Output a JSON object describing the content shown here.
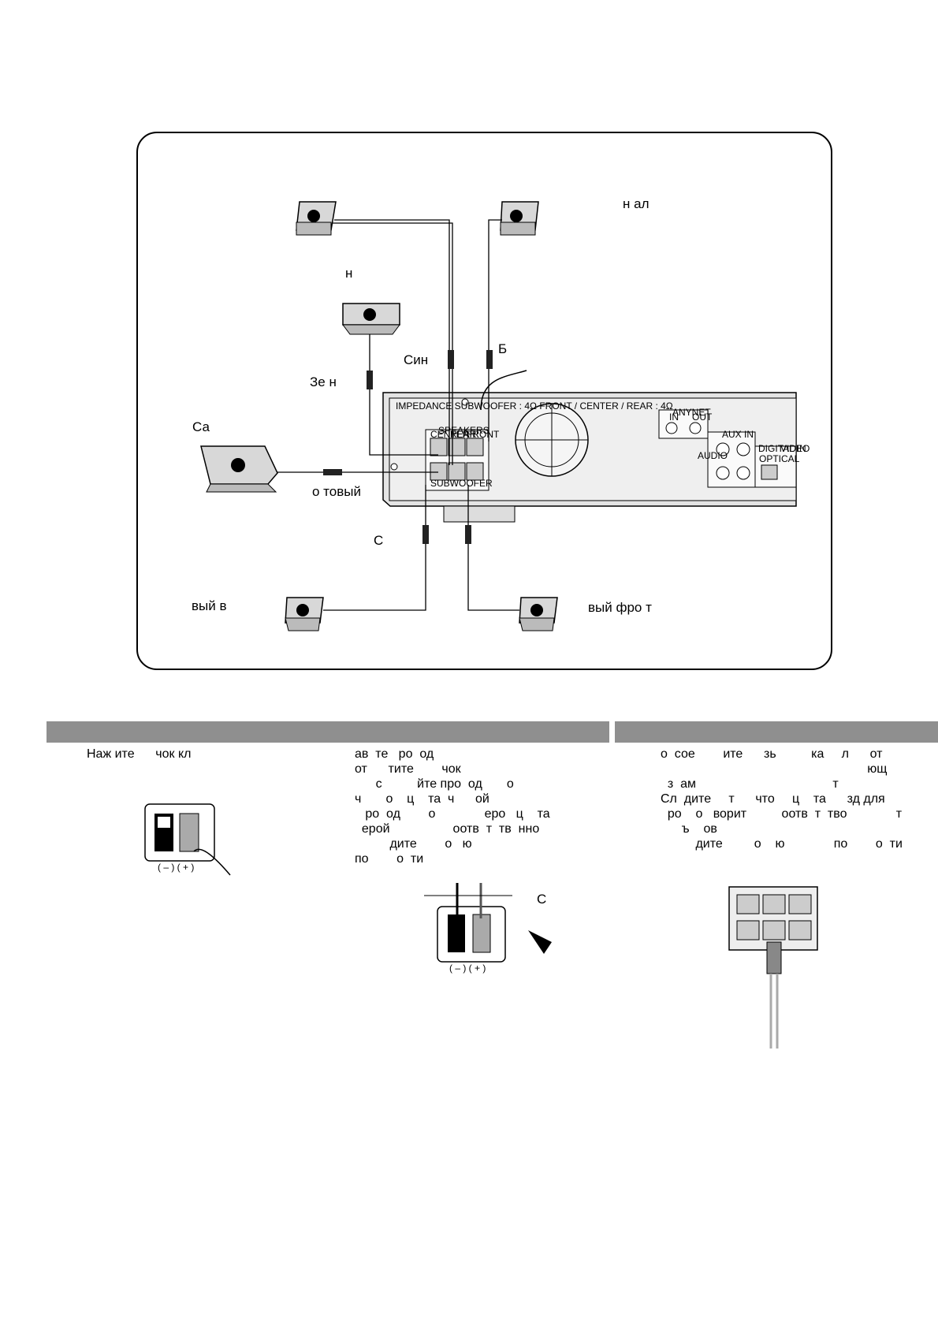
{
  "diagram": {
    "labels": {
      "top_right": "н ал",
      "center_title": "н",
      "blue": "Син",
      "gray_top": "Б",
      "green": "Зе н",
      "subwoofer": "Са",
      "orange": "о товый",
      "gray_bottom": "С",
      "left_rear": "вый в",
      "right_front": "вый фро т"
    },
    "panel_text": {
      "impedance": "IMPEDANCE SUBWOOFER : 4Ω FRONT / CENTER / REAR : 4Ω",
      "speakers": "SPEAKERS",
      "center": "CENTER",
      "rear": "REAR",
      "front": "FRONT",
      "subwoofer": "SUBWOOFER",
      "anynet": "ANYNET",
      "in": "IN",
      "out": "OUT",
      "aux_in": "AUX IN",
      "audio": "AUDIO",
      "digital_in": "DIGITAL IN",
      "optical": "OPTICAL",
      "video": "VIDEO"
    }
  },
  "sections": {
    "col1": {
      "lines": [
        "Наж ите      чок кл"
      ],
      "polarity": "( – )  ( + )"
    },
    "col2": {
      "lines": [
        "ав  те   ро  од",
        "от      тите        чок",
        "      с          йте про  од       о",
        "ч       о    ц    та  ч      ой",
        "   ро  од        о              еро   ц    та",
        "  ерой                  оотв  т  тв  нно",
        "          дите        о   ю",
        "по        о  ти"
      ],
      "cable_label": "С",
      "polarity": "( – )  ( + )"
    },
    "col3": {
      "lines": [
        "о  сое        ите      зь          ка     л      от",
        "                                                           ющ",
        "  з  ам                                       т",
        "Сл  дите     т      что     ц    та      зд для",
        "  ро    о   ворит          оотв  т  тво              т",
        "      ъ    ов",
        "          дите         о    ю              по        о  ти"
      ]
    }
  }
}
